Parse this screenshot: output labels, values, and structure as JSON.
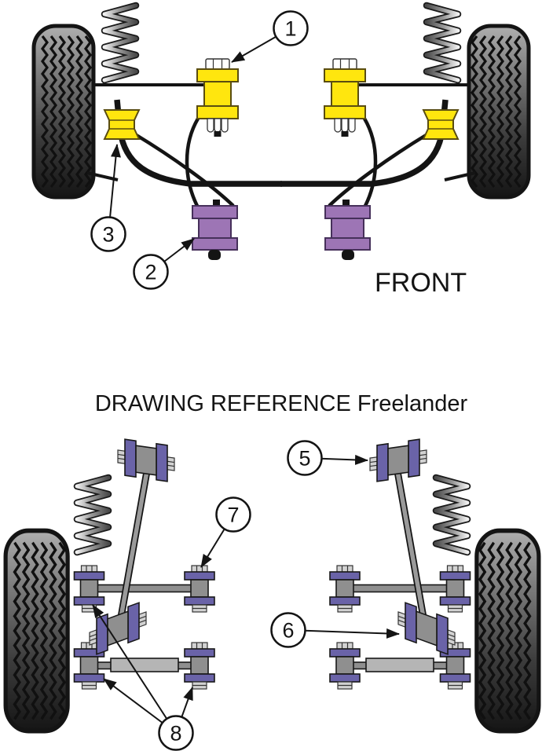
{
  "labels": {
    "title": "DRAWING REFERENCE Freelander",
    "front": "FRONT"
  },
  "callouts": [
    {
      "number": "1",
      "points_to": "front-upper-engine-mount-bush-yellow"
    },
    {
      "number": "2",
      "points_to": "front-lower-mount-bush-purple"
    },
    {
      "number": "3",
      "points_to": "front-anti-roll-bar-bush-yellow"
    },
    {
      "number": "5",
      "points_to": "rear-trailing-arm-upper-bush"
    },
    {
      "number": "6",
      "points_to": "rear-trailing-arm-lower-bush"
    },
    {
      "number": "7",
      "points_to": "rear-upper-lateral-arm-bush"
    },
    {
      "number": "8",
      "points_to": "rear-lateral-arm-bushes"
    }
  ],
  "colors": {
    "bush-yellow": "#ffe60e",
    "bush-purple-front": "#9d75b5",
    "bush-purple-rear": "#6a63a8",
    "metal-gray": "#8f8f8f",
    "metal-light": "#b5b5b5",
    "hardware-light": "#d2d2d2",
    "outline": "#181818"
  }
}
